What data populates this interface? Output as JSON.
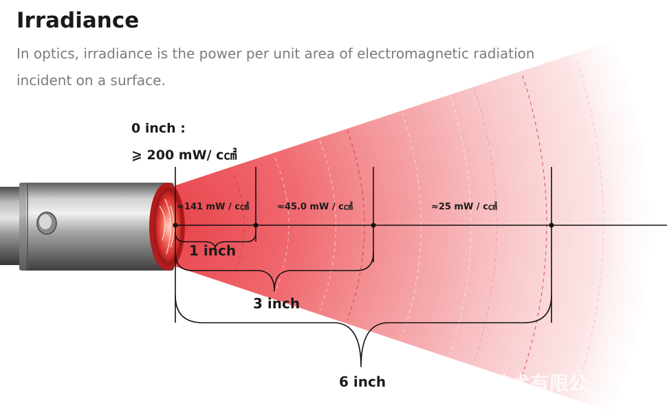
{
  "header": {
    "title": "Irradiance",
    "description_line1": "In optics, irradiance is the power per unit area of electromagnetic radiation",
    "description_line2": "incident on a surface."
  },
  "diagram": {
    "source_label_line1": "0 inch :",
    "source_label_line2": "⩾ 200 mW/ c㎠",
    "zones": [
      {
        "distance_inch": 1,
        "irradiance": "≈141 mW / c㎠",
        "brace_label": "1 inch"
      },
      {
        "distance_inch": 3,
        "irradiance": "≈45.0 mW / c㎠",
        "brace_label": "3 inch"
      },
      {
        "distance_inch": 6,
        "irradiance": "≈25 mW / c㎠",
        "brace_label": "6 inch"
      }
    ],
    "watermark": "技术有限公",
    "colors": {
      "beam": "#e8424a",
      "device_metal": "#9a9a9a",
      "lens_red": "#e53a3a"
    }
  }
}
